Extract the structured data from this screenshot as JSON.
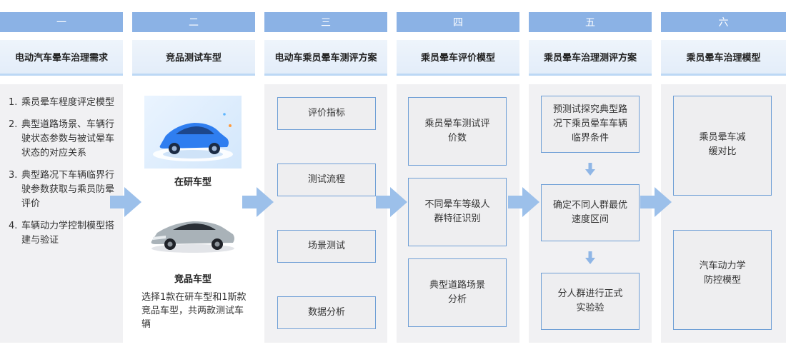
{
  "columns": [
    {
      "num": "一",
      "title": "电动汽车晕车治理需求"
    },
    {
      "num": "二",
      "title": "竞品测试车型"
    },
    {
      "num": "三",
      "title": "电动车乘员晕车测评方案"
    },
    {
      "num": "四",
      "title": "乘员晕车评价模型"
    },
    {
      "num": "五",
      "title": "乘员晕车治理测评方案"
    },
    {
      "num": "六",
      "title": "乘员晕车治理模型"
    }
  ],
  "requirements": [
    {
      "n": "1.",
      "text": "乘员晕车程度评定模型"
    },
    {
      "n": "2.",
      "text": "典型道路场景、车辆行驶状态参数与被试晕车状态的对应关系"
    },
    {
      "n": "3.",
      "text": "典型路况下车辆临界行驶参数获取与乘员防晕评价"
    },
    {
      "n": "4.",
      "text": "车辆动力学控制模型搭建与验证"
    }
  ],
  "cars": {
    "car1_caption": "在研车型",
    "car2_caption": "竞品车型",
    "description": "选择1款在研车型和1斯款竞品车型，共两款测试车辆"
  },
  "col3_boxes": [
    "评价指标",
    "测试流程",
    "场景测试",
    "数据分析"
  ],
  "col4_boxes": [
    "乘员晕车测试评价数",
    "不同晕车等级人群特征识别",
    "典型道路场景分析"
  ],
  "col5_boxes": [
    "预测试探究典型路况下乘员晕车车辆临界条件",
    "确定不同人群最优速度区间",
    "分人群进行正式实验验"
  ],
  "col6_boxes": [
    "乘员晕车减缓对比",
    "汽车动力学防控模型"
  ],
  "colors": {
    "header": "#8bb2e5",
    "arrow": "#9cc0ea",
    "box_border": "#6f9fd6",
    "panel": "#f1f1f3"
  }
}
